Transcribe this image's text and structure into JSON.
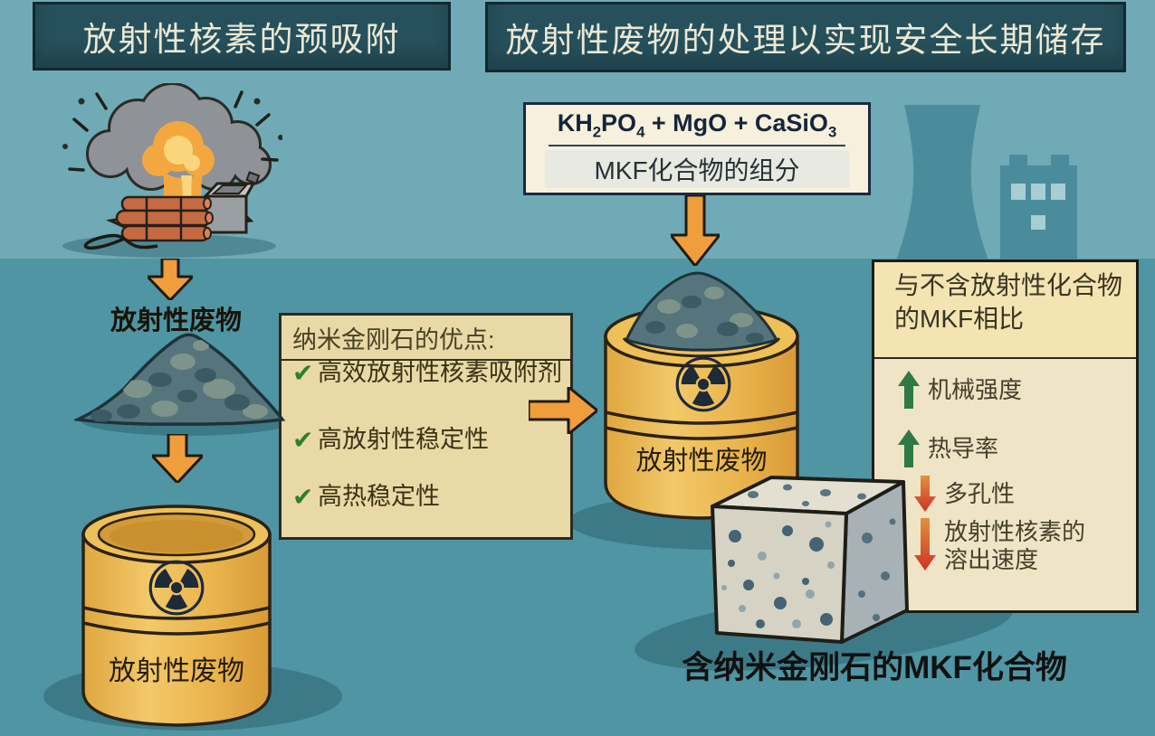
{
  "headers": {
    "left": "放射性核素的预吸附",
    "right": "放射性废物的处理以实现安全长期储存"
  },
  "formula_box": {
    "f1": "KH",
    "f1_sub": "2",
    "f2": "PO",
    "f2_sub": "4",
    "f3": " + MgO + CaSiO",
    "f3_sub": "3",
    "subtitle": "MKF化合物的组分"
  },
  "advantages_box": {
    "title": "纳米金刚石的优点:",
    "check_glyph": "✔",
    "items": [
      "高效放射性核素吸附剂",
      "高放射性稳定性",
      "高热稳定性"
    ]
  },
  "comparison_panel": {
    "title": "与不含放射性化合物的MKF相比",
    "items": [
      {
        "direction": "up",
        "label": "机械强度"
      },
      {
        "direction": "up",
        "label": "热导率"
      },
      {
        "direction": "down",
        "label": "多孔性"
      },
      {
        "direction": "down",
        "label": "放射性核素的溶出速度"
      }
    ]
  },
  "labels": {
    "waste_pile": "放射性废物",
    "left_barrel": "放射性废物",
    "right_barrel": "放射性废物",
    "cube": "含纳米金刚石的MKF化合物"
  },
  "icons": {
    "radiation": "radiation-trefoil-icon",
    "check": "checkmark-icon",
    "arrow_up": "arrow-up-icon",
    "arrow_down": "arrow-down-icon",
    "arrow_right": "arrow-right-icon"
  },
  "colors": {
    "background_top": "#6FAAB6",
    "background_bottom": "#4F95A3",
    "header_bg": "#26505C",
    "header_text": "#ECE8D4",
    "box_cream": "#F6F0DC",
    "formula_text": "#15253D",
    "advantages_bg": "#E9D9A6",
    "panel_bg": "#EFE4C6",
    "panel_header_bg": "#F3E4B2",
    "check_green": "#2E7D33",
    "arrow_orange": "#F09D3C",
    "arrow_green": "#2D7A45",
    "arrow_red": "#CF3226",
    "arrow_red_top": "#E0923C",
    "barrel_yellow": "#EBB64E",
    "radiation_navy": "#1D2A38",
    "pile_green": "#55747B",
    "silhouette_teal": "#4A8C9C"
  }
}
